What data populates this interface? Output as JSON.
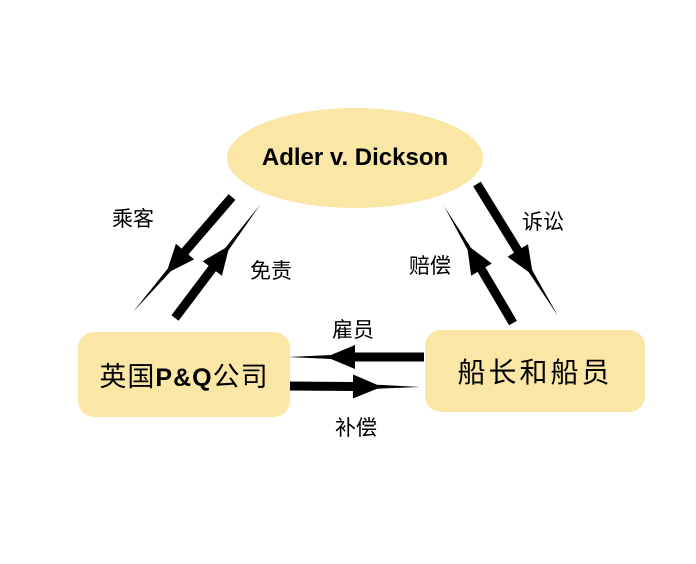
{
  "diagram": {
    "colors": {
      "background": "#FFFFFF",
      "node_fill": "#FAE6A5",
      "arrow_color": "#000000",
      "text_color": "#000000"
    },
    "nodes": {
      "adler": {
        "label": "Adler v. Dickson",
        "shape": "ellipse"
      },
      "pq": {
        "label": "英国P&Q公司",
        "label_prefix": "英国",
        "label_latin": "P&Q",
        "label_suffix": "公司",
        "shape": "rounded-rect"
      },
      "crew": {
        "label": "船长和船员",
        "shape": "rounded-rect"
      }
    },
    "edges": [
      {
        "id": "passenger",
        "label": "乘客",
        "from": "adler",
        "to": "pq"
      },
      {
        "id": "exemption",
        "label": "免责",
        "from": "pq",
        "to": "adler"
      },
      {
        "id": "claim",
        "label": "赔偿",
        "from": "crew",
        "to": "adler"
      },
      {
        "id": "litigation",
        "label": "诉讼",
        "from": "adler",
        "to": "crew"
      },
      {
        "id": "employee",
        "label": "雇员",
        "from": "crew",
        "to": "pq"
      },
      {
        "id": "indemnity",
        "label": "补偿",
        "from": "pq",
        "to": "crew"
      }
    ]
  }
}
